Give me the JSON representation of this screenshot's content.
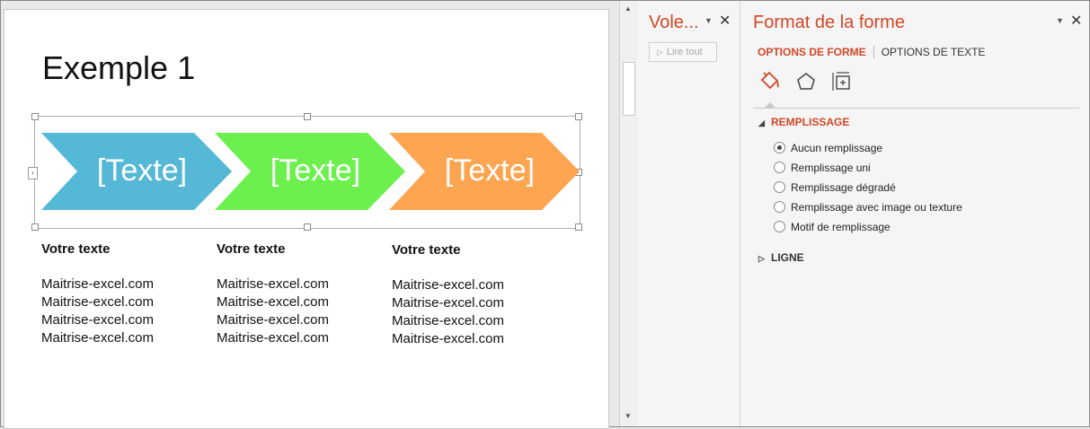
{
  "slide": {
    "title": "Exemple 1",
    "chevrons": [
      {
        "label": "[Texte]",
        "color": "#55b8d6"
      },
      {
        "label": "[Texte]",
        "color": "#6cf04e"
      },
      {
        "label": "[Texte]",
        "color": "#fda550"
      }
    ],
    "columns": [
      {
        "heading": "Votre texte",
        "lines": [
          "Maitrise-excel.com",
          "Maitrise-excel.com",
          "Maitrise-excel.com",
          "Maitrise-excel.com"
        ]
      },
      {
        "heading": "Votre texte",
        "lines": [
          "Maitrise-excel.com",
          "Maitrise-excel.com",
          "Maitrise-excel.com",
          "Maitrise-excel.com"
        ]
      },
      {
        "heading": "Votre texte",
        "lines": [
          "Maitrise-excel.com",
          "Maitrise-excel.com",
          "Maitrise-excel.com",
          "Maitrise-excel.com"
        ]
      }
    ]
  },
  "voice_pane": {
    "title": "Vole...",
    "read_all_label": "Lire tout",
    "icons": [
      "dropdown-arrow-icon",
      "close-icon",
      "play-icon"
    ]
  },
  "format_pane": {
    "title": "Format de la forme",
    "tabs": [
      "OPTIONS DE FORME",
      "OPTIONS DE TEXTE"
    ],
    "active_tab": "OPTIONS DE FORME",
    "icons": [
      "paint-bucket-icon",
      "pentagon-icon",
      "size-properties-icon"
    ],
    "sections": {
      "fill": {
        "label": "REMPLISSAGE",
        "expanded": true,
        "options": [
          {
            "label": "Aucun remplissage",
            "selected": true
          },
          {
            "label": "Remplissage uni",
            "selected": false
          },
          {
            "label": "Remplissage dégradé",
            "selected": false
          },
          {
            "label": "Remplissage avec image ou texture",
            "selected": false
          },
          {
            "label": "Motif de remplissage",
            "selected": false
          }
        ]
      },
      "line": {
        "label": "LIGNE",
        "expanded": false
      }
    }
  },
  "colors": {
    "accent": "#d24726"
  }
}
